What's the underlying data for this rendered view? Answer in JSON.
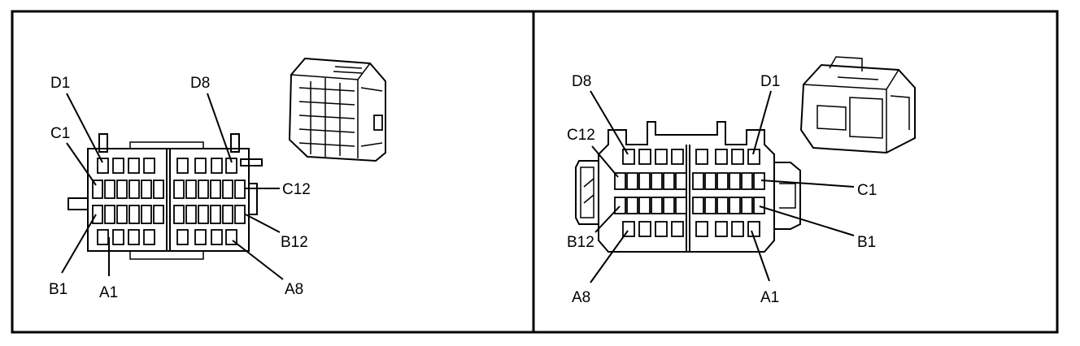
{
  "panels": [
    {
      "view": "left",
      "labels": {
        "d_first": "D1",
        "d_last": "D8",
        "c_first": "C1",
        "c_last": "C12",
        "b_first": "B1",
        "b_last": "B12",
        "a_first": "A1",
        "a_last": "A8"
      }
    },
    {
      "view": "right",
      "labels": {
        "d_first": "D8",
        "d_last": "D1",
        "c_first": "C12",
        "c_last": "C1",
        "b_first": "B12",
        "b_last": "B1",
        "a_first": "A8",
        "a_last": "A1"
      }
    }
  ],
  "colors": {
    "ink": "#000000",
    "paper": "#ffffff"
  }
}
